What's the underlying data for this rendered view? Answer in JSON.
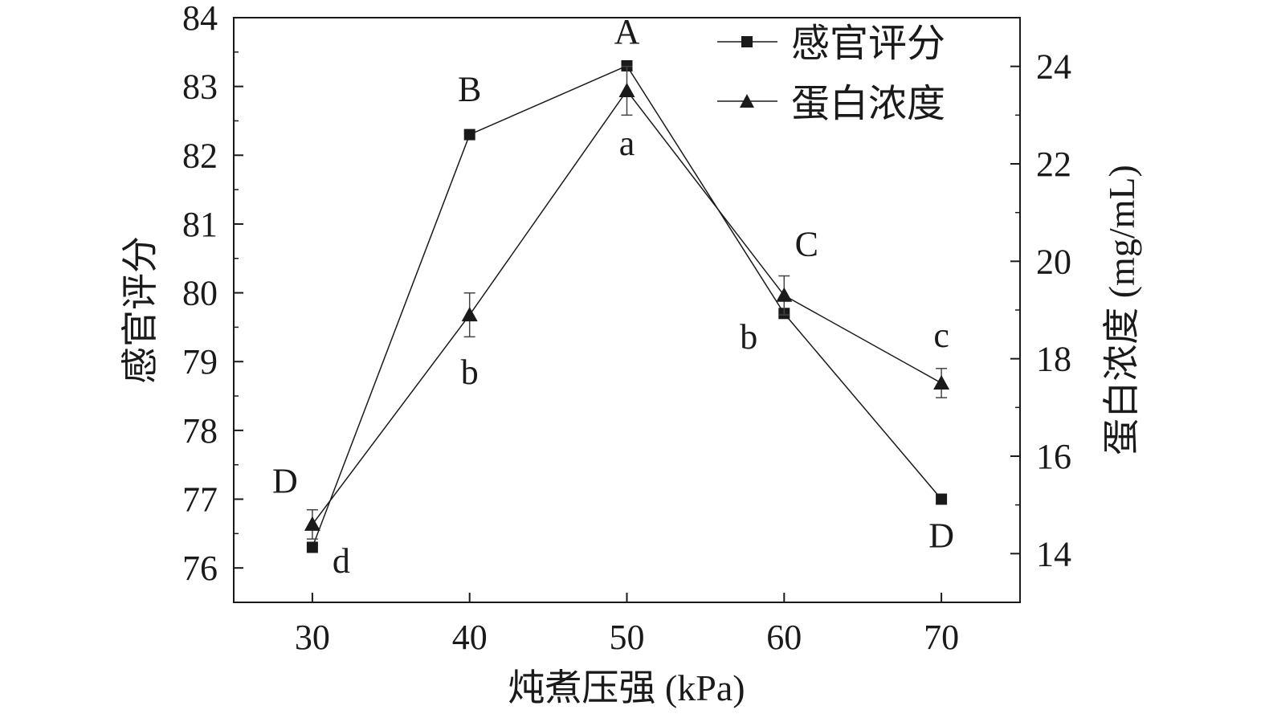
{
  "chart_data": {
    "type": "line",
    "title": "",
    "xlabel": "炖煮压强 (kPa)",
    "ylabel_left": "感官评分",
    "ylabel_right": "蛋白浓度 (mg/mL)",
    "x": [
      30,
      40,
      50,
      60,
      70
    ],
    "xlim": [
      25,
      75
    ],
    "ylim_left": [
      75.5,
      84
    ],
    "ylim_right": [
      13,
      25
    ],
    "xticks": [
      30,
      40,
      50,
      60,
      70
    ],
    "yticks_left": [
      76,
      77,
      78,
      79,
      80,
      81,
      82,
      83,
      84
    ],
    "yticks_right": [
      14,
      16,
      18,
      20,
      22,
      24
    ],
    "grid": false,
    "legend_position": "top-right",
    "series": [
      {
        "name": "感官评分",
        "axis": "left",
        "marker": "square",
        "values": [
          76.3,
          82.3,
          83.3,
          79.7,
          77.0
        ],
        "letters": [
          "D",
          "B",
          "A",
          "C",
          "D"
        ]
      },
      {
        "name": "蛋白浓度",
        "axis": "right",
        "marker": "triangle",
        "values": [
          14.6,
          18.9,
          23.5,
          19.3,
          17.5
        ],
        "errors": [
          0.3,
          0.45,
          0.5,
          0.4,
          0.3
        ],
        "letters": [
          "d",
          "b",
          "a",
          "b",
          "c"
        ]
      }
    ],
    "color": "#1a1a1a"
  }
}
